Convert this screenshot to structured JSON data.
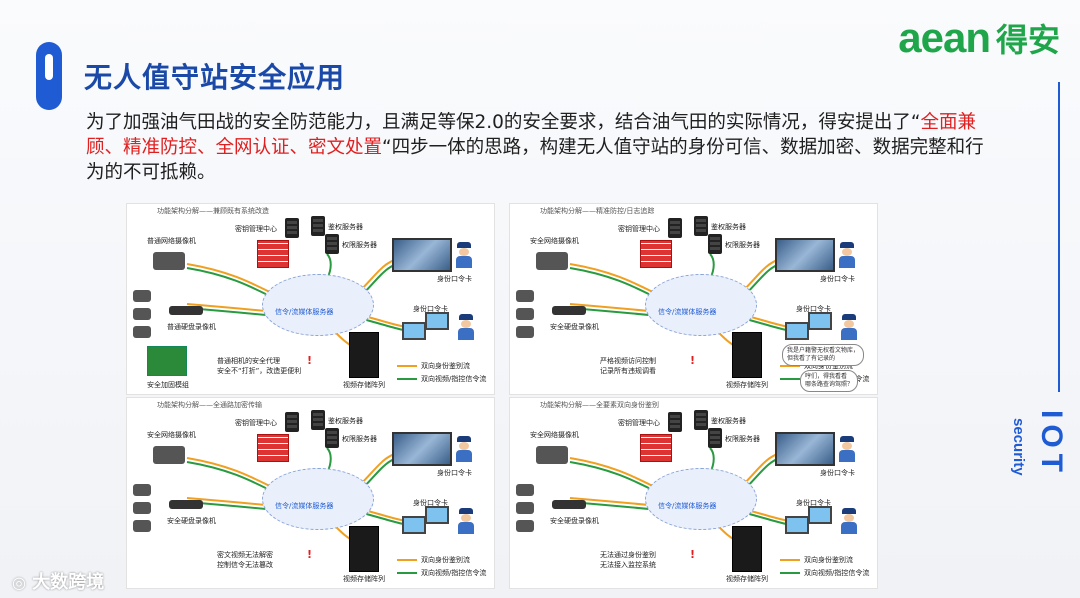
{
  "slide": {
    "title": "无人值守站安全应用",
    "logo_word": "aean",
    "logo_cn": "得安",
    "iot_big": "IOT",
    "iot_small": "security",
    "para_pre": "为了加强油气田战的安全防范能力，且满足等保2.0的安全要求，结合油气田的实际情况，得安提出了“",
    "para_red": "全面兼顾、精准防控、全网认证、密文处置",
    "para_post": "“四步一体的思路，构建无人值守站的身份可信、数据加密、数据完整和行为的不可抵赖。",
    "watermark": "大数跨境",
    "colors": {
      "accent": "#1f5bd3",
      "brand": "#1fa54a",
      "highlight": "#e02020"
    }
  },
  "panels": [
    {
      "caption": "功能架构分解——兼顾既有系统改造",
      "cam_label": "普通网络摄像机",
      "rec_label": "普通硬盘录像机",
      "key_label": "密钥管理中心",
      "auth_label": "鉴权服务器",
      "perm_label": "权限服务器",
      "cloud_label": "信令/流媒体服务器",
      "token1": "身份口令卡",
      "token2": "身份口令卡",
      "storage": "视频存储阵列",
      "legend1": "双向身份鉴别流",
      "legend2": "双向视频/指控信令流",
      "module_label": "安全加固模组",
      "note": "普通相机的安全代理\n安全不“打折”，改造更便利"
    },
    {
      "caption": "功能架构分解——精准防控/日志追踪",
      "cam_label": "安全网络摄像机",
      "rec_label": "安全硬盘录像机",
      "key_label": "密钥管理中心",
      "auth_label": "鉴权服务器",
      "perm_label": "权限服务器",
      "cloud_label": "信令/流媒体服务器",
      "token1": "身份口令卡",
      "token2": "身份口令卡",
      "storage": "视频存储阵列",
      "legend1": "双向身份鉴别流",
      "legend2": "双向视频/指控信令流",
      "note": "严格视频访问控制\n记录所有违规调看",
      "bubble1": "我是户籍警无权看文物库，\n但我看了有记录的",
      "bubble2": "哼们，得我看看\n哪条路查询驾照？"
    },
    {
      "caption": "功能架构分解——全通路加密传输",
      "cam_label": "安全网络摄像机",
      "rec_label": "安全硬盘录像机",
      "key_label": "密钥管理中心",
      "auth_label": "鉴权服务器",
      "perm_label": "权限服务器",
      "cloud_label": "信令/流媒体服务器",
      "token1": "身份口令卡",
      "token2": "身份口令卡",
      "storage": "视频存储阵列",
      "legend1": "双向身份鉴别流",
      "legend2": "双向视频/指控信令流",
      "note": "密文视频无法解密\n控制信令无法篡改"
    },
    {
      "caption": "功能架构分解——全要素双向身份鉴别",
      "cam_label": "安全网络摄像机",
      "rec_label": "安全硬盘录像机",
      "key_label": "密钥管理中心",
      "auth_label": "鉴权服务器",
      "perm_label": "权限服务器",
      "cloud_label": "信令/流媒体服务器",
      "token1": "身份口令卡",
      "token2": "身份口令卡",
      "storage": "视频存储阵列",
      "legend1": "双向身份鉴别流",
      "legend2": "双向视频/指控信令流",
      "note": "无法通过身份鉴别\n无法接入监控系统"
    }
  ]
}
